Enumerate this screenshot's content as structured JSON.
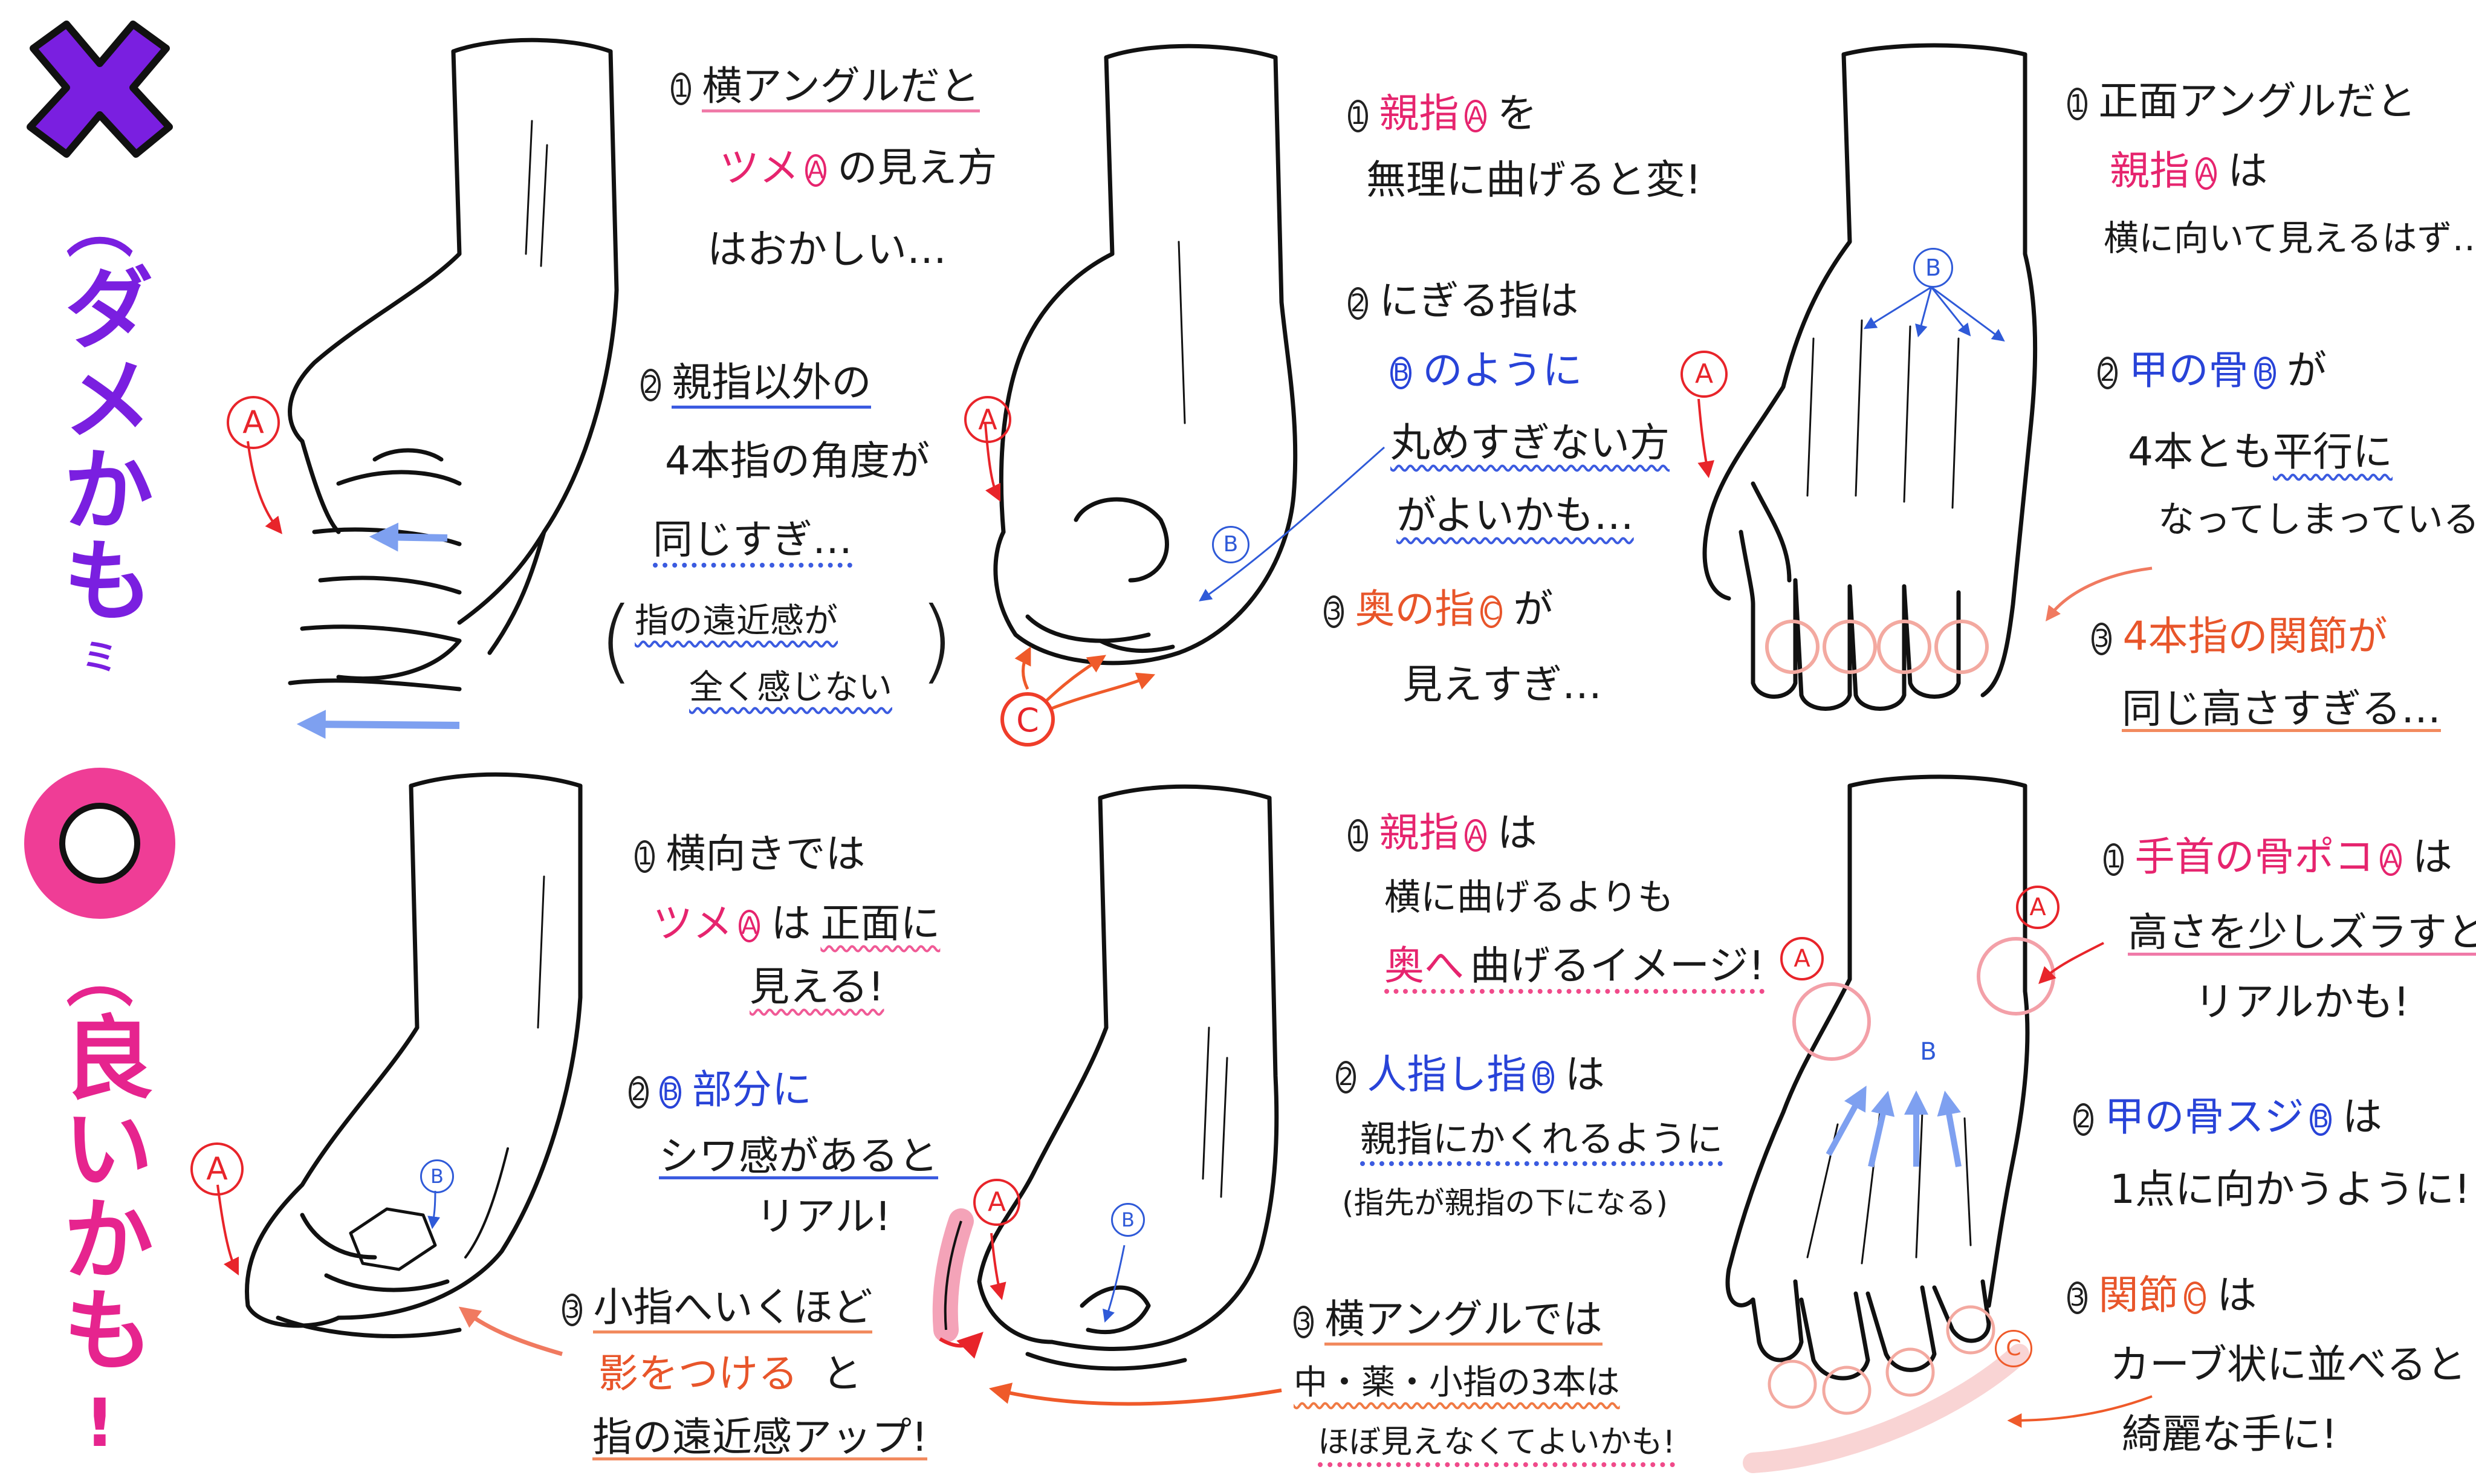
{
  "colors": {
    "bad_purple": "#7a1fe0",
    "good_pink": "#ef3d96",
    "accent_red": "#e8242a",
    "text_pink": "#e6246e",
    "text_blue": "#2843d8",
    "text_orange": "#e8552a",
    "guide_blue": "#6f92f0",
    "knuckle_ring": "#f3a9a0"
  },
  "sidebar": {
    "bad_symbol": "×",
    "bad_title": "ダメかも",
    "bad_tail": "ミ",
    "good_symbol": "○",
    "good_title": "良いかも",
    "good_tail": "!"
  },
  "labels": {
    "A": "A",
    "B": "B",
    "C": "C"
  },
  "bad": {
    "panel1": {
      "p1_num": "1",
      "p1_l1": "横アングルだと",
      "p1_l2a": "ツメ",
      "p1_l2b": "A",
      "p1_l2c": "の見え方",
      "p1_l3": "はおかしい…",
      "p2_num": "2",
      "p2_l1": "親指以外の",
      "p2_l2": "4本指の角度が",
      "p2_l3": "同じすぎ…",
      "note_l1": "指の遠近感が",
      "note_l2": "全く感じない"
    },
    "panel2": {
      "p1_num": "1",
      "p1_l1a": "親指",
      "p1_l1b": "A",
      "p1_l1c": "を",
      "p1_l2": "無理に曲げると変!",
      "p2_num": "2",
      "p2_l1": "にぎる指は",
      "p2_l2a": "B",
      "p2_l2b": "のように",
      "p2_l3": "丸めすぎない方",
      "p2_l4": "がよいかも…",
      "p3_num": "3",
      "p3_l1a": "奥の指",
      "p3_l1b": "C",
      "p3_l1c": "が",
      "p3_l2": "見えすぎ…"
    },
    "panel3": {
      "p1_num": "1",
      "p1_l1": "正面アングルだと",
      "p1_l2a": "親指",
      "p1_l2b": "A",
      "p1_l2c": "は",
      "p1_l3": "横に向いて見えるはず…",
      "p2_num": "2",
      "p2_l1a": "甲の骨",
      "p2_l1b": "B",
      "p2_l1c": "が",
      "p2_l2a": "4本とも",
      "p2_l2b": "平行に",
      "p2_l3": "なってしまっている…",
      "p3_num": "3",
      "p3_l1": "4本指の関節が",
      "p3_l2": "同じ高さすぎる…"
    }
  },
  "good": {
    "panel1": {
      "p1_num": "1",
      "p1_l1": "横向きでは",
      "p1_l2a": "ツメ",
      "p1_l2b": "A",
      "p1_l2c": "は",
      "p1_l2d": "正面に",
      "p1_l3": "見える!",
      "p2_num": "2",
      "p2_l1a": "B",
      "p2_l1b": "部分に",
      "p2_l2": "シワ感があると",
      "p2_l3": "リアル!",
      "p3_num": "3",
      "p3_l1": "小指へいくほど",
      "p3_l2a": "影をつける",
      "p3_l2b": "と",
      "p3_l3": "指の遠近感アップ!"
    },
    "panel2": {
      "p1_num": "1",
      "p1_l1a": "親指",
      "p1_l1b": "A",
      "p1_l1c": "は",
      "p1_l2": "横に曲げるよりも",
      "p1_l3a": "奥へ",
      "p1_l3b": "曲げるイメージ!",
      "p2_num": "2",
      "p2_l1a": "人指し指",
      "p2_l1b": "B",
      "p2_l1c": "は",
      "p2_l2": "親指にかくれるように",
      "p2_l3": "(指先が親指の下になる)",
      "p3_num": "3",
      "p3_l1": "横アングルでは",
      "p3_l2": "中・薬・小指の3本は",
      "p3_l3": "ほぼ見えなくてよいかも!"
    },
    "panel3": {
      "p1_num": "1",
      "p1_l1a": "手首の骨ポコ",
      "p1_l1b": "A",
      "p1_l1c": "は",
      "p1_l2": "高さを少しズラすと",
      "p1_l3": "リアルかも!",
      "p2_num": "2",
      "p2_l1a": "甲の骨スジ",
      "p2_l1b": "B",
      "p2_l1c": "は",
      "p2_l2": "1点に向かうように!",
      "p3_num": "3",
      "p3_l1a": "関節",
      "p3_l1b": "C",
      "p3_l1c": "は",
      "p3_l2": "カーブ状に並べると",
      "p3_l3": "綺麗な手に!"
    }
  }
}
